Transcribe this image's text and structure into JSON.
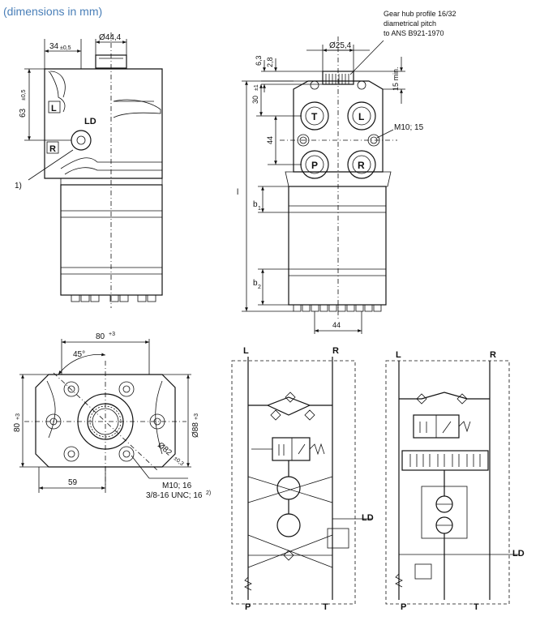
{
  "caption": "(dimensions in mm)",
  "gear_note": {
    "line1": "Gear hub profile 16/32",
    "line2": "diametrical pitch",
    "line3": "to ANS B921-1970"
  },
  "side_view": {
    "dim_top_offset": "34",
    "dim_top_offset_tol": "±0,5",
    "dim_diameter": "Ø44,4",
    "dim_height": "63",
    "dim_height_tol": "±0,5",
    "port_L": "L",
    "port_R": "R",
    "port_LD": "LD",
    "note_ref": "1)"
  },
  "front_view": {
    "dim_hub_diameter": "Ø25,4",
    "dim_6_3": "6,3",
    "dim_2_8": "2,8",
    "dim_15min": "15 min.",
    "dim_30": "30",
    "dim_30_tol": "±1",
    "dim_44_vert": "44",
    "dim_l": "l",
    "dim_b1": "b",
    "dim_b1_sub": "1",
    "dim_b2": "b",
    "dim_b2_sub": "2",
    "dim_44_horiz": "44",
    "thread": "M10; 15",
    "port_T": "T",
    "port_L": "L",
    "port_P": "P",
    "port_R": "R"
  },
  "bottom_view": {
    "dim_80_top": "80",
    "dim_80_top_tol": "+3",
    "dim_45": "45°",
    "dim_80_left": "80",
    "dim_80_left_tol": "+3",
    "dim_88": "Ø88",
    "dim_88_tol": "+3",
    "dim_82": "Ø82",
    "dim_82_tol": "±0,3",
    "dim_59": "59",
    "thread_1": "M10; 16",
    "thread_2": "3/8-16 UNC; 16",
    "thread_2_ref": "2)"
  },
  "schematic_1": {
    "L": "L",
    "R": "R",
    "LD": "LD",
    "P": "P",
    "T": "T"
  },
  "schematic_2": {
    "L": "L",
    "R": "R",
    "LD": "LD",
    "P": "P",
    "T": "T"
  }
}
